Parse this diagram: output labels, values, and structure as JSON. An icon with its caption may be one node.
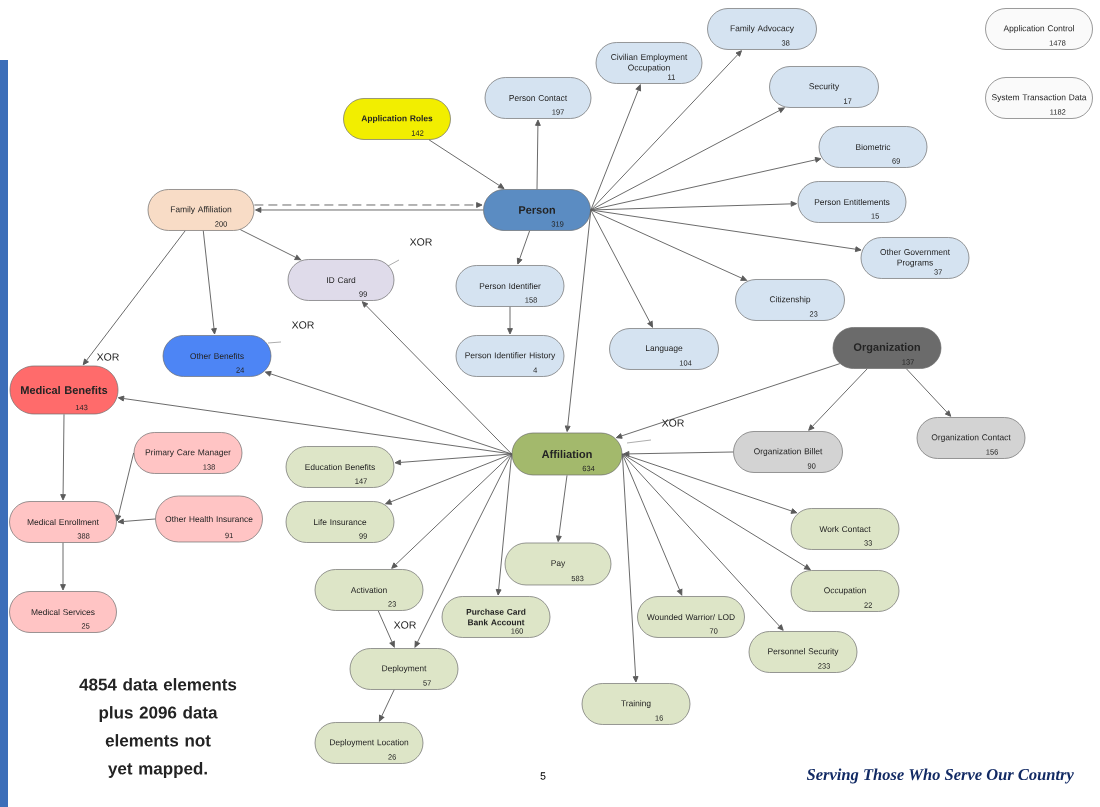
{
  "diagram": {
    "nodes": [
      {
        "text": [
          "Family Advocacy",
          "38"
        ]
      },
      {
        "text": [
          "Civilian Employment Occupation",
          "11"
        ]
      },
      {
        "text": [
          "Person Contact",
          "197"
        ]
      },
      {
        "text": [
          "Application Roles",
          "142"
        ]
      },
      {
        "text": [
          "Security",
          "17"
        ]
      },
      {
        "text": [
          "Biometric",
          "69"
        ]
      },
      {
        "text": [
          "Person",
          "319"
        ]
      },
      {
        "text": [
          "Family Affiliation",
          "200"
        ]
      },
      {
        "text": [
          "Person Entitlements",
          "15"
        ]
      },
      {
        "text": [
          "Other Government Programs",
          "37"
        ]
      },
      {
        "text": [
          "ID Card",
          "99"
        ]
      },
      {
        "text": [
          "Person Identifier",
          "158"
        ]
      },
      {
        "text": [
          "Citizenship",
          "23"
        ]
      },
      {
        "text": [
          "Organization",
          "137"
        ]
      },
      {
        "text": [
          "Language",
          "104"
        ]
      },
      {
        "text": [
          "Other Benefits",
          "24"
        ]
      },
      {
        "text": [
          "Person Identifier History",
          "4"
        ]
      },
      {
        "text": [
          "Medical Benefits",
          "143"
        ]
      },
      {
        "text": [
          "Affiliation",
          "634"
        ]
      },
      {
        "text": [
          "Organization Billet",
          "90"
        ]
      },
      {
        "text": [
          "Organization Contact",
          "156"
        ]
      },
      {
        "text": [
          "Primary Care Manager",
          "138"
        ]
      },
      {
        "text": [
          "Education Benefits",
          "147"
        ]
      },
      {
        "text": [
          "Medical Enrollment",
          "388"
        ]
      },
      {
        "text": [
          "Other Health Insurance",
          "91"
        ]
      },
      {
        "text": [
          "Life Insurance",
          "99"
        ]
      },
      {
        "text": [
          "Work Contact",
          "33"
        ]
      },
      {
        "text": [
          "Pay",
          "583"
        ]
      },
      {
        "text": [
          "Activation",
          "23"
        ]
      },
      {
        "text": [
          "Occupation",
          "22"
        ]
      },
      {
        "text": [
          "Purchase Card Bank Account",
          "160"
        ]
      },
      {
        "text": [
          "Wounded Warrior/ LOD",
          "70"
        ]
      },
      {
        "text": [
          "Medical Services",
          "25"
        ]
      },
      {
        "text": [
          "Deployment",
          "57"
        ]
      },
      {
        "text": [
          "Personnel Security",
          "233"
        ]
      },
      {
        "text": [
          "Deployment Location",
          "26"
        ]
      },
      {
        "text": [
          "Training",
          "16"
        ]
      },
      {
        "text": [
          "Application Control",
          "1478"
        ]
      },
      {
        "text": [
          "System Transaction Data",
          "1182"
        ]
      }
    ],
    "edges": [
      {
        "from": 6,
        "to": 0,
        "arrow": "to"
      },
      {
        "from": 6,
        "to": 1,
        "arrow": "to"
      },
      {
        "from": 6,
        "to": 2,
        "arrow": "to"
      },
      {
        "from": 3,
        "to": 6,
        "arrow": "to"
      },
      {
        "from": 6,
        "to": 4,
        "arrow": "to"
      },
      {
        "from": 6,
        "to": 5,
        "arrow": "to"
      },
      {
        "from": 6,
        "to": 8,
        "arrow": "to"
      },
      {
        "from": 6,
        "to": 9,
        "arrow": "to"
      },
      {
        "from": 6,
        "to": 12,
        "arrow": "to"
      },
      {
        "from": 6,
        "to": 14,
        "arrow": "to"
      },
      {
        "from": 6,
        "to": 11,
        "arrow": "to"
      },
      {
        "from": 11,
        "to": 16,
        "arrow": "to"
      },
      {
        "from": 6,
        "to": 18,
        "arrow": "to"
      },
      {
        "from": 6,
        "to": 7,
        "arrow": "to"
      },
      {
        "from": 7,
        "to": 6,
        "arrow": "to",
        "style": "dashed"
      },
      {
        "from": 7,
        "to": 10,
        "arrow": "to"
      },
      {
        "from": 7,
        "to": 15,
        "arrow": "to"
      },
      {
        "from": 7,
        "to": 17,
        "arrow": "to"
      },
      {
        "from": 18,
        "to": 10,
        "arrow": "to"
      },
      {
        "from": 18,
        "to": 15,
        "arrow": "to"
      },
      {
        "from": 18,
        "to": 17,
        "arrow": "to"
      },
      {
        "from": 13,
        "to": 18,
        "arrow": "to"
      },
      {
        "from": 13,
        "to": 19,
        "arrow": "to"
      },
      {
        "from": 13,
        "to": 20,
        "arrow": "to"
      },
      {
        "from": 19,
        "to": 18,
        "arrow": "to"
      },
      {
        "from": 18,
        "to": 22,
        "arrow": "to"
      },
      {
        "from": 18,
        "to": 25,
        "arrow": "to"
      },
      {
        "from": 18,
        "to": 28,
        "arrow": "to"
      },
      {
        "from": 18,
        "to": 33,
        "arrow": "to"
      },
      {
        "from": 18,
        "to": 30,
        "arrow": "to"
      },
      {
        "from": 18,
        "to": 27,
        "arrow": "to"
      },
      {
        "from": 18,
        "to": 36,
        "arrow": "to"
      },
      {
        "from": 18,
        "to": 31,
        "arrow": "to"
      },
      {
        "from": 18,
        "to": 34,
        "arrow": "to"
      },
      {
        "from": 18,
        "to": 29,
        "arrow": "to"
      },
      {
        "from": 18,
        "to": 26,
        "arrow": "to"
      },
      {
        "from": 28,
        "to": 33,
        "arrow": "to"
      },
      {
        "from": 33,
        "to": 35,
        "arrow": "to"
      },
      {
        "from": 17,
        "to": 23,
        "arrow": "to"
      },
      {
        "from": 21,
        "to": 23,
        "arrow": "to"
      },
      {
        "from": 24,
        "to": 23,
        "arrow": "to"
      },
      {
        "from": 23,
        "to": 32,
        "arrow": "to"
      }
    ],
    "labels": [
      "XOR",
      "XOR",
      "XOR",
      "XOR",
      "XOR",
      "4854 data elements plus 2096 data elements not yet mapped.",
      "5",
      "Serving Those Who Serve Our Country"
    ]
  }
}
